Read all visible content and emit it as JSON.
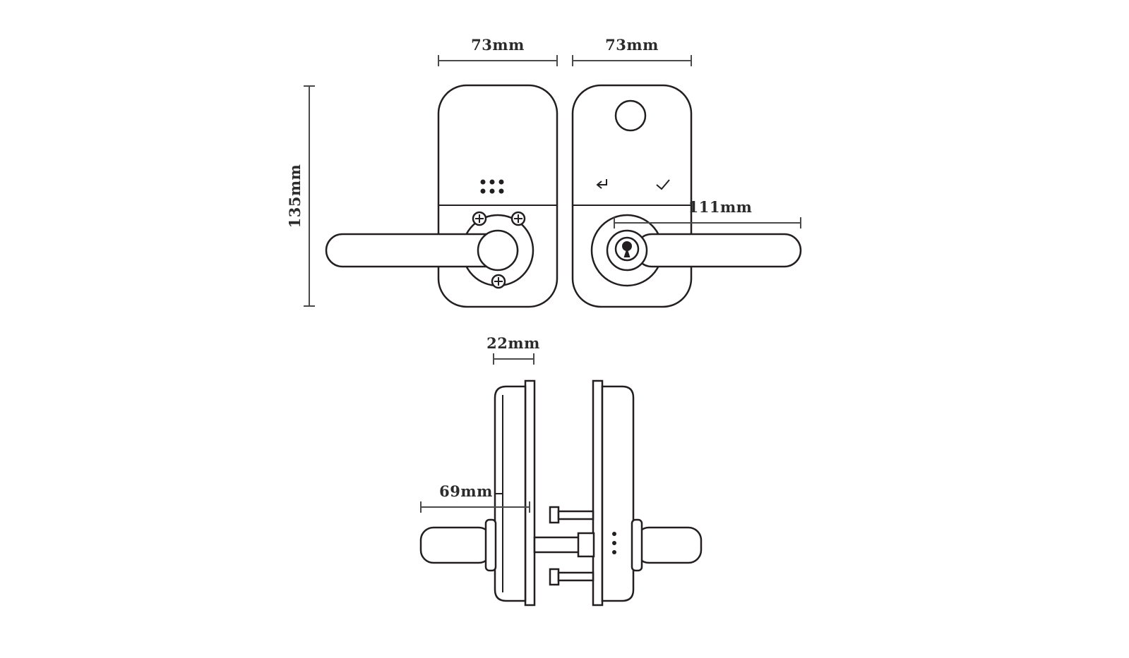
{
  "diagram": {
    "type": "technical-drawing",
    "subject": "smart-lock-dimension-diagram",
    "dimensions": {
      "interior_width": "73mm",
      "exterior_width": "73mm",
      "height": "135mm",
      "lever_length": "111mm",
      "body_thickness": "22mm",
      "lever_depth": "69mm"
    },
    "icons": {
      "keypad": "keypad-dots",
      "fingerprint": "fingerprint-sensor",
      "undo": "undo-arrow",
      "check": "checkmark",
      "keyhole": "keyhole",
      "screws": "plus-screws"
    },
    "colors": {
      "line": "#231f20",
      "dimension_line": "#4a4a4a",
      "text": "#2b2b2b",
      "background": "#ffffff"
    }
  }
}
